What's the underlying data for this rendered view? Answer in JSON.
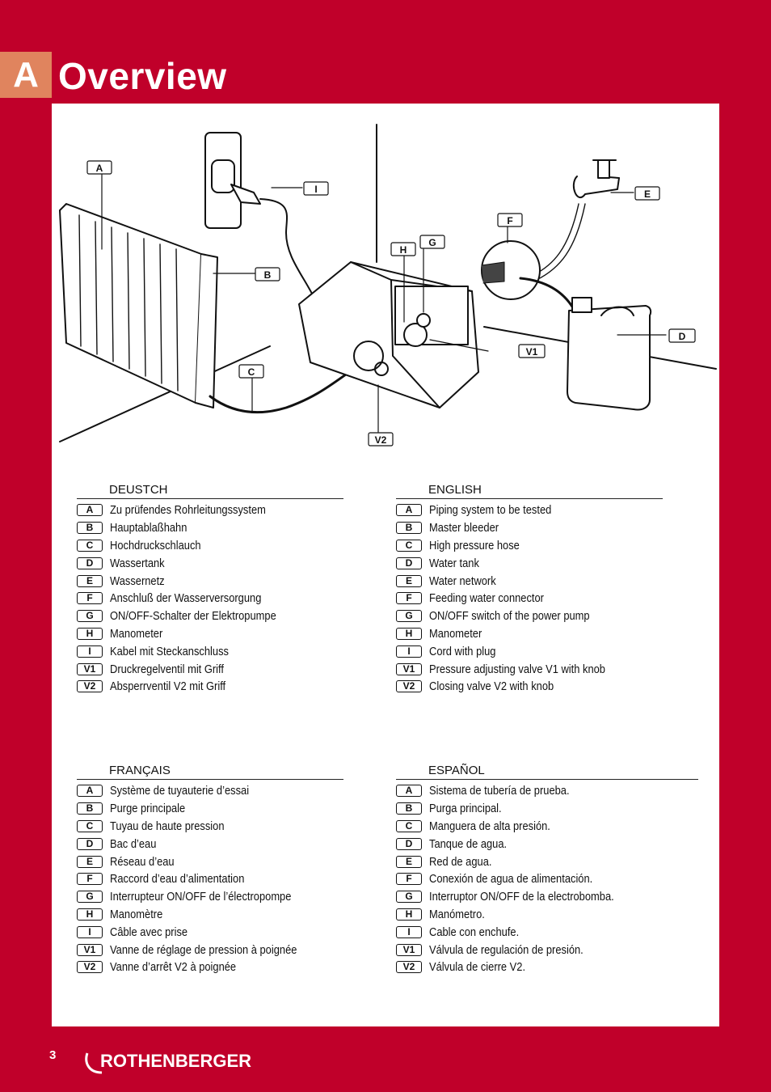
{
  "header": {
    "badge": "A",
    "title": "Overview"
  },
  "diagram": {
    "callouts": [
      "A",
      "I",
      "E",
      "F",
      "G",
      "H",
      "B",
      "V1",
      "D",
      "C",
      "V2"
    ]
  },
  "legends": [
    {
      "title": "DEUSTCH",
      "items": [
        {
          "key": "A",
          "text": "Zu prüfendes Rohrleitungssystem"
        },
        {
          "key": "B",
          "text": "Hauptablaßhahn"
        },
        {
          "key": "C",
          "text": "Hochdruckschlauch"
        },
        {
          "key": "D",
          "text": "Wassertank"
        },
        {
          "key": "E",
          "text": "Wassernetz"
        },
        {
          "key": "F",
          "text": "Anschluß der Wasserversorgung"
        },
        {
          "key": "G",
          "text": "ON/OFF-Schalter der Elektropumpe"
        },
        {
          "key": "H",
          "text": "Manometer"
        },
        {
          "key": "I",
          "text": "Kabel mit Steckanschluss"
        },
        {
          "key": "V1",
          "text": "Druckregelventil mit Griff"
        },
        {
          "key": "V2",
          "text": "Absperrventil V2 mit Griff"
        }
      ]
    },
    {
      "title": "ENGLISH",
      "items": [
        {
          "key": "A",
          "text": "Piping system to be tested"
        },
        {
          "key": "B",
          "text": "Master bleeder"
        },
        {
          "key": "C",
          "text": "High pressure hose"
        },
        {
          "key": "D",
          "text": "Water tank"
        },
        {
          "key": "E",
          "text": "Water network"
        },
        {
          "key": "F",
          "text": "Feeding water connector"
        },
        {
          "key": "G",
          "text": "ON/OFF switch of the power pump"
        },
        {
          "key": "H",
          "text": "Manometer"
        },
        {
          "key": "I",
          "text": "Cord with plug"
        },
        {
          "key": "V1",
          "text": "Pressure adjusting valve V1 with knob"
        },
        {
          "key": "V2",
          "text": "Closing valve V2 with knob"
        }
      ]
    },
    {
      "title": "FRANÇAIS",
      "items": [
        {
          "key": "A",
          "text": "Système de tuyauterie d’essai"
        },
        {
          "key": "B",
          "text": "Purge principale"
        },
        {
          "key": "C",
          "text": "Tuyau de haute pression"
        },
        {
          "key": "D",
          "text": "Bac d’eau"
        },
        {
          "key": "E",
          "text": "Réseau d’eau"
        },
        {
          "key": "F",
          "text": "Raccord d’eau d’alimentation"
        },
        {
          "key": "G",
          "text": "Interrupteur ON/OFF de l’électropompe"
        },
        {
          "key": "H",
          "text": "Manomètre"
        },
        {
          "key": "I",
          "text": "Câble avec prise"
        },
        {
          "key": "V1",
          "text": "Vanne de réglage de pression à poignée"
        },
        {
          "key": "V2",
          "text": "Vanne d’arrêt V2 à  poignée"
        }
      ]
    },
    {
      "title": "ESPAÑOL",
      "items": [
        {
          "key": "A",
          "text": "Sistema de tubería de prueba."
        },
        {
          "key": "B",
          "text": "Purga principal."
        },
        {
          "key": "C",
          "text": "Manguera de alta presión."
        },
        {
          "key": "D",
          "text": "Tanque de agua."
        },
        {
          "key": "E",
          "text": "Red de agua."
        },
        {
          "key": "F",
          "text": "Conexión de agua de alimentación."
        },
        {
          "key": "G",
          "text": "Interruptor ON/OFF de la electrobomba."
        },
        {
          "key": "H",
          "text": "Manómetro."
        },
        {
          "key": "I",
          "text": "Cable con enchufe."
        },
        {
          "key": "V1",
          "text": "Válvula de regulación de presión."
        },
        {
          "key": "V2",
          "text": "Válvula de cierre V2."
        }
      ]
    }
  ],
  "footer": {
    "page_number": "3",
    "brand": "ROTHENBERGER"
  },
  "colors": {
    "brand_red": "#c0002a",
    "badge_orange": "#e0845e"
  }
}
